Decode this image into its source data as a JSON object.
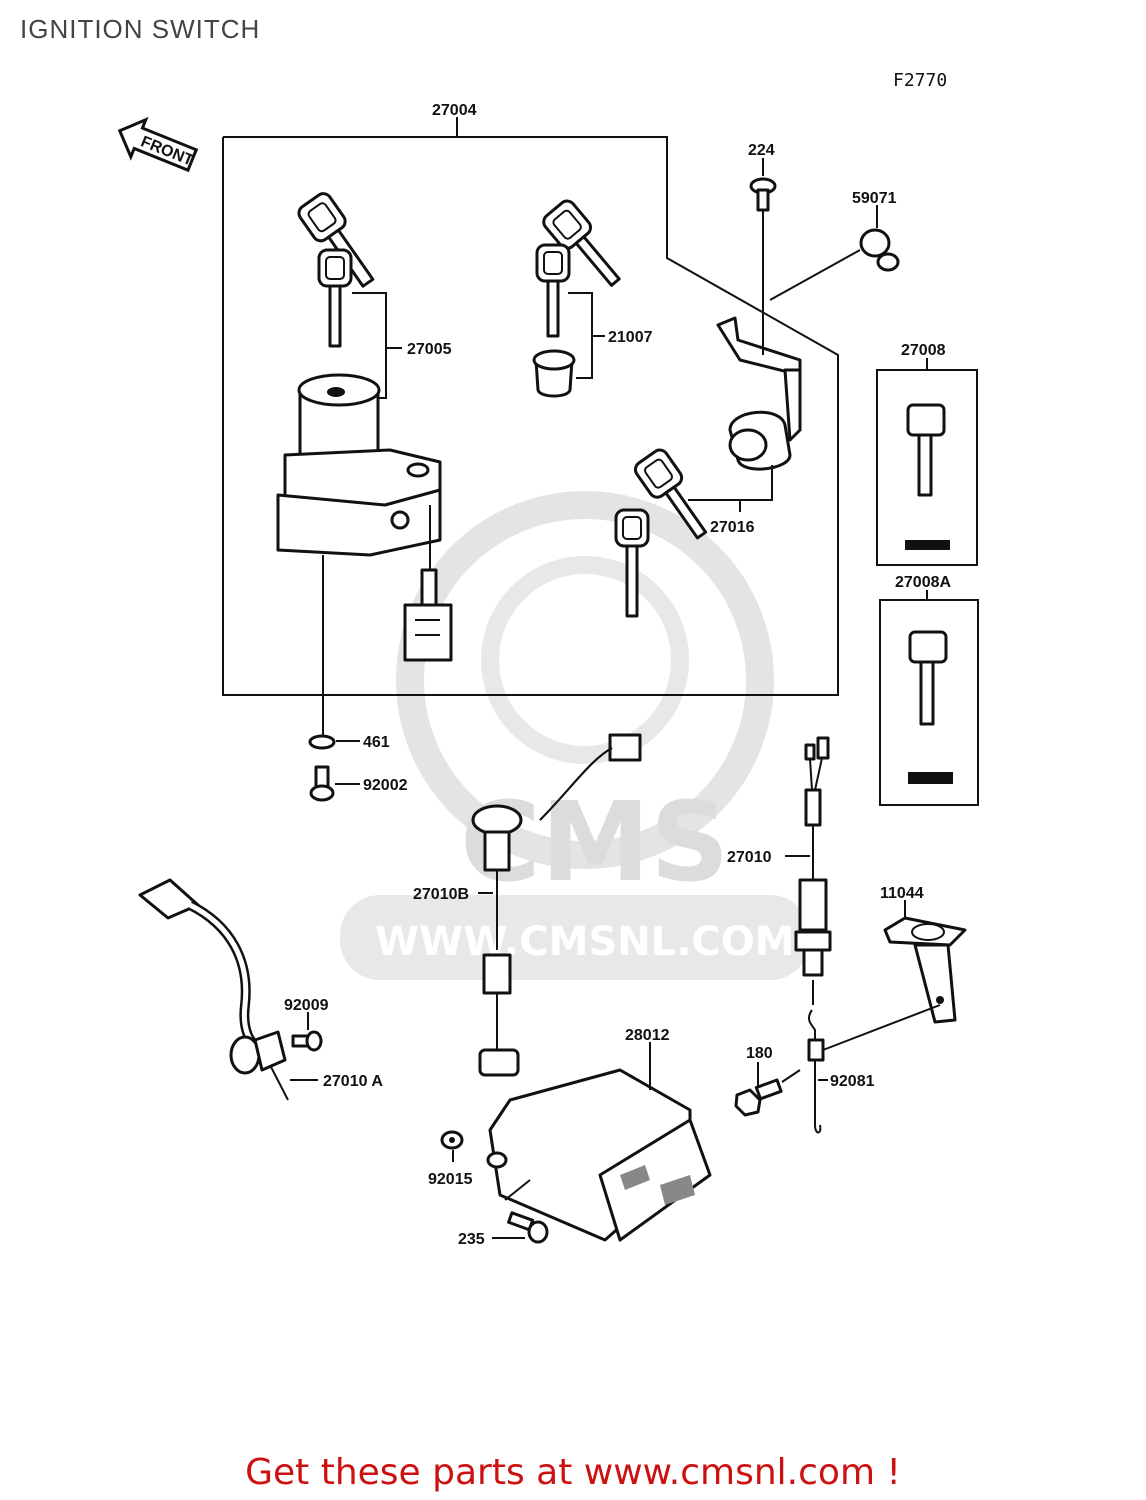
{
  "page": {
    "title": "IGNITION SWITCH",
    "figure_code": "F2770",
    "footer": "Get these parts at www.cmsnl.com !"
  },
  "watermark": {
    "brand": "CMS",
    "url": "WWW.CMSNL.COM"
  },
  "direction": {
    "label": "FRONT"
  },
  "parts": {
    "p27004": "27004",
    "p27005": "27005",
    "p21007": "21007",
    "p224": "224",
    "p59071": "59071",
    "p27008": "27008",
    "p27008A": "27008A",
    "p27016": "27016",
    "p461": "461",
    "p92002": "92002",
    "p27010": "27010",
    "p27010B": "27010B",
    "p11044": "11044",
    "p92009": "92009",
    "p27010A": "27010 A",
    "p28012": "28012",
    "p180": "180",
    "p92081": "92081",
    "p92015": "92015",
    "p235": "235"
  },
  "colors": {
    "footer": "#cc1111",
    "line": "#111111",
    "watermark": "#dcdcdc"
  }
}
